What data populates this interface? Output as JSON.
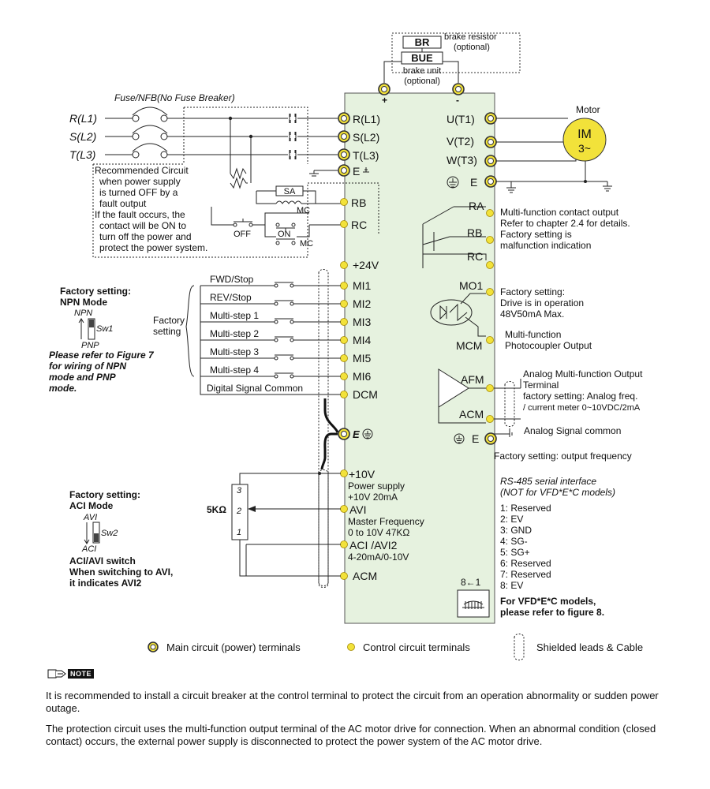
{
  "top": {
    "br": "BR",
    "brake_resistor": "brake resistor",
    "optional_1": "(optional)",
    "bue": "BUE",
    "brake_unit": "brake unit",
    "optional_2": "(optional)",
    "plus": "+",
    "minus": "-"
  },
  "input": {
    "fuse": "Fuse/NFB(No Fuse Breaker)",
    "r": "R(L1)",
    "s": "S(L2)",
    "t": "T(L3)"
  },
  "recommended": [
    "Recommended Circuit",
    "when power supply",
    "is turned OFF by a",
    "fault output",
    "If the fault occurs, the",
    "contact will be ON to",
    "turn off the power and",
    "protect the power system."
  ],
  "relay": {
    "sa": "SA",
    "mc1": "MC",
    "off": "OFF",
    "on": "ON",
    "mc2": "MC"
  },
  "terminals_left": {
    "r": "R(L1)",
    "s": "S(L2)",
    "t": "T(L3)",
    "e": "E",
    "rb": "RB",
    "rc": "RC",
    "p24": "+24V",
    "mi1": "MI1",
    "mi2": "MI2",
    "mi3": "MI3",
    "mi4": "MI4",
    "mi5": "MI5",
    "mi6": "MI6",
    "dcm": "DCM",
    "e2": "E",
    "p10": "+10V",
    "p10_desc1": "Power supply",
    "p10_desc2": "+10V 20mA",
    "avi": "AVI",
    "avi_desc1": "Master Frequency",
    "avi_desc2": "0 to 10V 47KΩ",
    "aci": "ACI /AVI2",
    "aci_desc": "4-20mA/0-10V",
    "acm": "ACM"
  },
  "terminals_right": {
    "u": "U(T1)",
    "v": "V(T2)",
    "w": "W(T3)",
    "e": "E",
    "ra": "RA",
    "rb": "RB",
    "rc": "RC",
    "mo1": "MO1",
    "mcm": "MCM",
    "afm": "AFM",
    "acm": "ACM",
    "e2": "E"
  },
  "motor": {
    "label": "Motor",
    "im": "IM",
    "phase": "3~"
  },
  "digital_inputs": {
    "labels": [
      "FWD/Stop",
      "REV/Stop",
      "Multi-step 1",
      "Multi-step 2",
      "Multi-step 3",
      "Multi-step 4"
    ],
    "common": "Digital Signal Common",
    "factory_1": "Factory",
    "factory_2": "setting"
  },
  "npn": {
    "title1": "Factory setting:",
    "title2": "NPN Mode",
    "npn": "NPN",
    "sw": "Sw1",
    "pnp": "PNP",
    "ref1": "Please refer to Figure 7",
    "ref2": "for wiring of NPN",
    "ref3": "mode and PNP",
    "ref4": "mode."
  },
  "aci_mode": {
    "title1": "Factory setting:",
    "title2": "ACI Mode",
    "avi": "AVI",
    "sw": "Sw2",
    "aci": "ACI",
    "sw_title1": "ACI/AVI switch",
    "sw_title2": "When switching to AVI,",
    "sw_title3": "it indicates AVI2"
  },
  "pot": {
    "value": "5KΩ",
    "p3": "3",
    "p2": "2",
    "p1": "1"
  },
  "right_notes": {
    "relay1": "Multi-function contact output",
    "relay2": "Refer to chapter 2.4 for details.",
    "relay3": "Factory setting is",
    "relay4": "malfunction indication",
    "mo1_1": "Factory setting:",
    "mo1_2": "Drive is in operation",
    "mo1_3": "48V50mA Max.",
    "pc1": "Multi-function",
    "pc2": "Photocoupler Output",
    "afm1": "Analog Multi-function Output",
    "afm2": "Terminal",
    "afm3": "factory setting: Analog freq.",
    "afm4": "/ current meter 0~10VDC/2mA",
    "asc": "Analog Signal common",
    "fso": "Factory setting: output frequency"
  },
  "rs485": {
    "title1": "RS-485 serial interface",
    "title2": "(NOT for VFD*E*C models)",
    "pins": [
      "1: Reserved",
      "2: EV",
      "3: GND",
      "4: SG-",
      "5: SG+",
      "6: Reserved",
      "7: Reserved",
      "8: EV"
    ],
    "note1": "For VFD*E*C models,",
    "note2": "please refer to figure 8.",
    "connector": "8←1"
  },
  "legend": {
    "main": "Main circuit (power) terminals",
    "control": "Control circuit terminals",
    "shield": "Shielded leads & Cable"
  },
  "note": {
    "badge": "NOTE",
    "p1": "It is recommended to install a circuit breaker at the control terminal to protect the circuit from an operation abnormality or sudden power outage.",
    "p2": "The protection circuit uses the multi-function output terminal of the AC motor drive for connection. When an abnormal condition (closed contact) occurs,  the external power supply is disconnected to protect the power system of the AC motor drive."
  }
}
